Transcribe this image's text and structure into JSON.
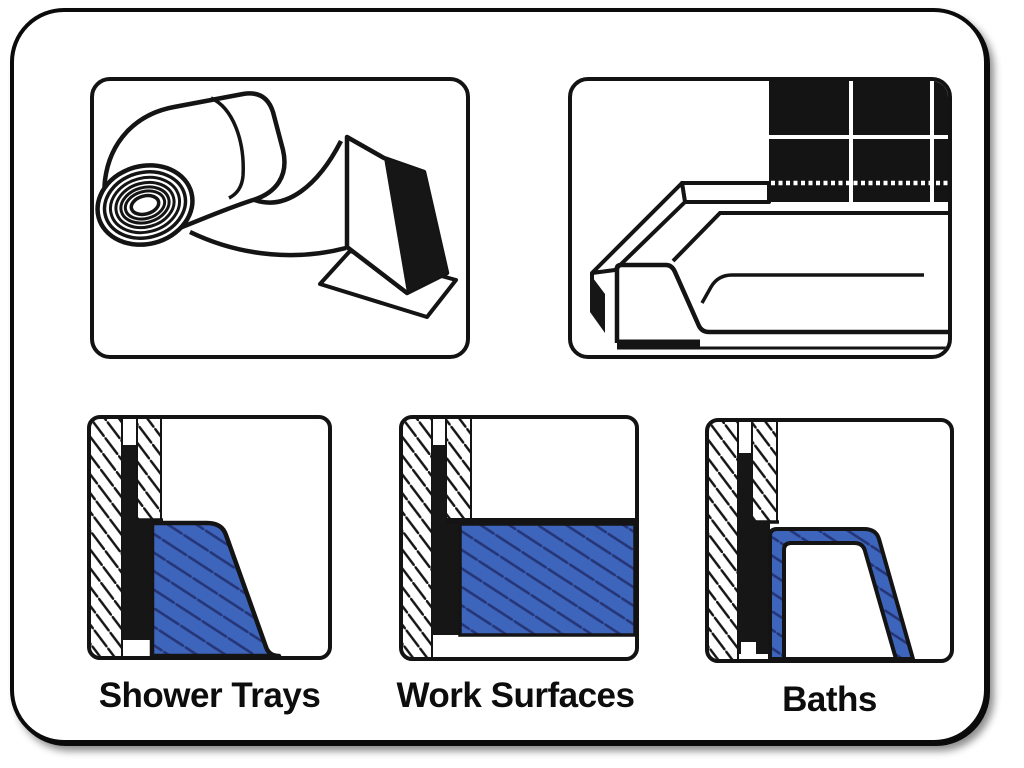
{
  "frame": {
    "border_color": "#0b0b0b"
  },
  "illustrations": {
    "tape_roll": {
      "icon": "sealing-tape-roll-illustration"
    },
    "application": {
      "icon": "tray-and-tiled-wall-joint-illustration"
    }
  },
  "sections": [
    {
      "id": "shower-trays",
      "label": "Shower Trays",
      "icon": "shower-tray-cross-section-icon"
    },
    {
      "id": "work-surfaces",
      "label": "Work Surfaces",
      "icon": "work-surface-cross-section-icon"
    },
    {
      "id": "baths",
      "label": "Baths",
      "icon": "bath-rim-cross-section-icon"
    }
  ],
  "colors": {
    "line": "#141414",
    "tile_black": "#141414",
    "seal_black": "#161616",
    "blue_fill": "#3e65bc",
    "blue_hatch_line": "#253678"
  }
}
